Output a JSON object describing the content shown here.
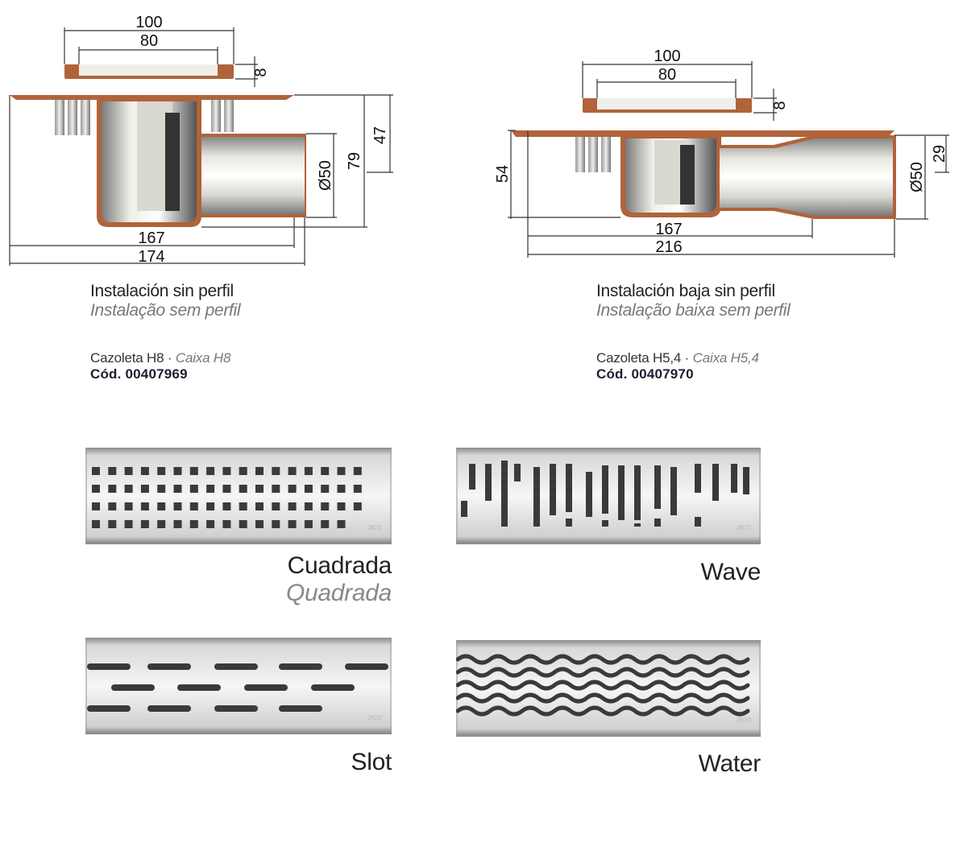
{
  "drains": [
    {
      "dims": {
        "top_outer": "100",
        "top_inner": "80",
        "grate_h": "8",
        "depth_upper": "47",
        "depth_total": "79",
        "outlet": "Ø50",
        "length_inner": "167",
        "length_total": "174"
      },
      "caption_es": "Instalación sin perfil",
      "caption_pt": "Instalação sem perfil",
      "product_es": "Cazoleta H8",
      "separator": " · ",
      "product_pt": "Caixa H8",
      "code": "Cód. 00407969"
    },
    {
      "dims": {
        "top_outer": "100",
        "top_inner": "80",
        "grate_h": "8",
        "depth_left": "54",
        "outlet": "Ø50",
        "depth_right": "29",
        "length_inner": "167",
        "length_total": "216"
      },
      "caption_es": "Instalación baja sin perfil",
      "caption_pt": "Instalação baixa sem perfil",
      "product_es": "Cazoleta H5,4",
      "separator": " · ",
      "product_pt": "Caixa H5,4",
      "code": "Cód. 00407970"
    }
  ],
  "grates": [
    {
      "name_es": "Cuadrada",
      "name_pt": "Quadrada",
      "pattern": "square-holes",
      "logo": "aco"
    },
    {
      "name_es": "Wave",
      "pattern": "vertical-bars",
      "logo": "aco"
    },
    {
      "name_es": "Slot",
      "pattern": "horizontal-slots",
      "logo": "aco"
    },
    {
      "name_es": "Water",
      "pattern": "wavy-lines",
      "logo": "aco"
    }
  ],
  "colors": {
    "copper": "#b0633a",
    "steel_dark": "#6a6a6a",
    "steel_light": "#f2f2ee",
    "dim_line": "#333333"
  }
}
